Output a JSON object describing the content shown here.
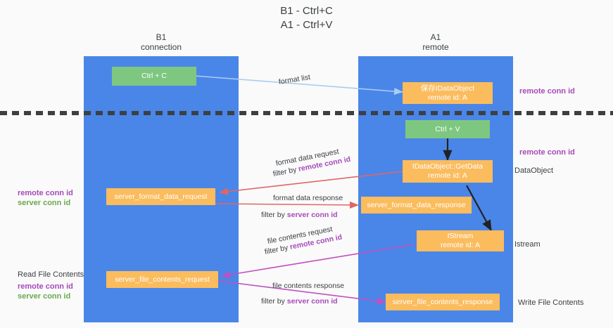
{
  "title": "B1 - Ctrl+C\nA1 - Ctrl+V",
  "columns": {
    "left": {
      "name": "B1",
      "role": "connection",
      "label": "B1\nconnection"
    },
    "right": {
      "name": "A1",
      "role": "remote",
      "label": "A1\nremote"
    }
  },
  "nodes": {
    "ctrl_c": {
      "label": "Ctrl + C",
      "color": "#7ec780"
    },
    "save_dataobject": {
      "label": "保存IDataObject\nremote id: A",
      "color": "#fbbc5e"
    },
    "ctrl_v": {
      "label": "Ctrl + V",
      "color": "#7ec780"
    },
    "getdata": {
      "label": "IDataObject::GetData\nremote id: A",
      "color": "#fbbc5e"
    },
    "format_request": {
      "label": "server_format_data_request",
      "color": "#fbbc5e"
    },
    "format_response": {
      "label": "server_format_data_response",
      "color": "#fbbc5e"
    },
    "istream": {
      "label": "IStream\nremote id: A",
      "color": "#fbbc5e"
    },
    "file_request": {
      "label": "server_file_contents_request",
      "color": "#fbbc5e"
    },
    "file_response": {
      "label": "server_file_contents_response",
      "color": "#fbbc5e"
    }
  },
  "edges": {
    "format_list": {
      "label": "format list",
      "color": "#a8cdf0"
    },
    "format_data_request": {
      "line1": "format data request",
      "line2_prefix": "filter by ",
      "line2_highlight": "remote conn id",
      "color": "#e06666"
    },
    "format_data_response": {
      "line1": "format data response",
      "line2_prefix": "filter by ",
      "line2_highlight": "server conn id",
      "color": "#e06666"
    },
    "file_contents_request": {
      "line1": "file contents request",
      "line2_prefix": "filter by ",
      "line2_highlight": "remote conn id",
      "color": "#c050c0"
    },
    "file_contents_response": {
      "line1": "file contents response",
      "line2_prefix": "filter by ",
      "line2_highlight": "server conn id",
      "color": "#c050c0"
    }
  },
  "annotations": {
    "right_remote_conn_id_top": "remote conn id",
    "right_remote_conn_id_mid": "remote conn id",
    "right_dataobject": "DataObject",
    "right_istream": "Istream",
    "right_write_file_contents": "Write File Contents",
    "left_format_ids": "remote conn id\nserver conn id",
    "left_remote_conn_id": "remote conn id",
    "left_server_conn_id": "server conn id",
    "left_read_file_contents": "Read File Contents"
  },
  "colors": {
    "lane": "#4a86e8",
    "green_node": "#7ec780",
    "orange_node": "#fbbc5e",
    "purple_text": "#a64ab8",
    "green_text": "#6aa84f",
    "divider": "#3c4043",
    "background": "#fafafa"
  }
}
